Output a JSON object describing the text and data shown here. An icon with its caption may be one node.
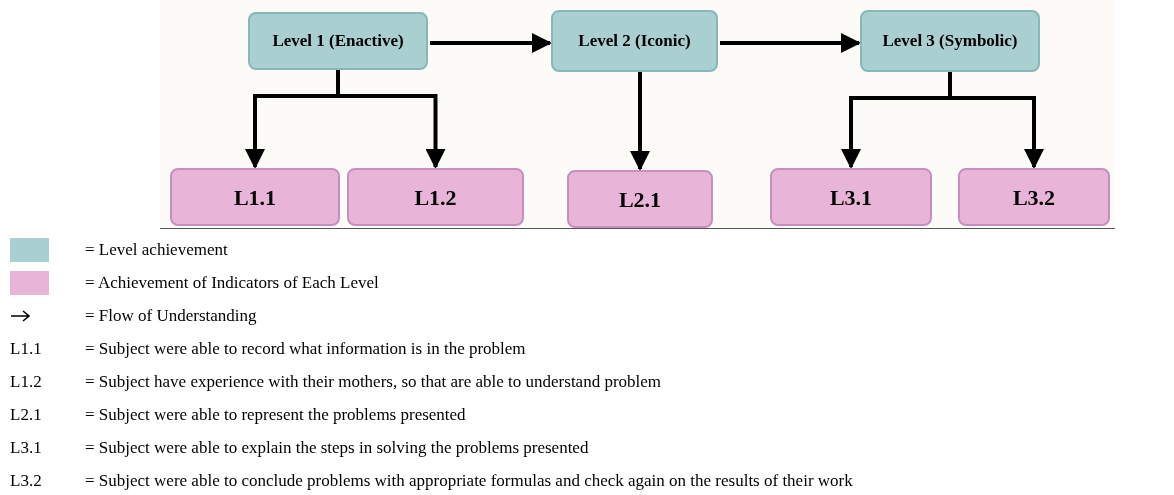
{
  "diagram": {
    "nodes": [
      {
        "text": [
          "Level 1 (Enactive)"
        ]
      },
      {
        "text": [
          "Level 2 (Iconic)"
        ]
      },
      {
        "text": [
          "Level 3 (Symbolic)"
        ]
      },
      {
        "text": [
          "L1.1"
        ]
      },
      {
        "text": [
          "L1.2"
        ]
      },
      {
        "text": [
          "L2.1"
        ]
      },
      {
        "text": [
          "L3.1"
        ]
      },
      {
        "text": [
          "L3.2"
        ]
      }
    ],
    "edges": [
      {
        "from": 0,
        "to": 1,
        "arrow": "to"
      },
      {
        "from": 1,
        "to": 2,
        "arrow": "to"
      },
      {
        "from": 0,
        "to": 3,
        "arrow": "to"
      },
      {
        "from": 0,
        "to": 4,
        "arrow": "to"
      },
      {
        "from": 1,
        "to": 5,
        "arrow": "to"
      },
      {
        "from": 2,
        "to": 6,
        "arrow": "to"
      },
      {
        "from": 2,
        "to": 7,
        "arrow": "to"
      }
    ],
    "labels": [
      "L1.1",
      "= Subject were able to record what information is in the problem",
      "L1.2",
      "= Subject have experience with their mothers, so that are able to understand problem",
      "L2.1",
      "= Subject were able to represent the problems presented",
      "L3.1",
      "= Subject were able to explain the steps in solving the problems presented",
      "L3.2",
      "= Subject were able to conclude problems with appropriate formulas and check again on the results of their work"
    ],
    "legend": [
      {
        "text": "= Level achievement",
        "color": "#aacfd0"
      },
      {
        "text": "= Achievement of Indicators of Each Level",
        "color": "#e8b4d8"
      },
      {
        "text": "= Flow of Understanding"
      }
    ]
  }
}
